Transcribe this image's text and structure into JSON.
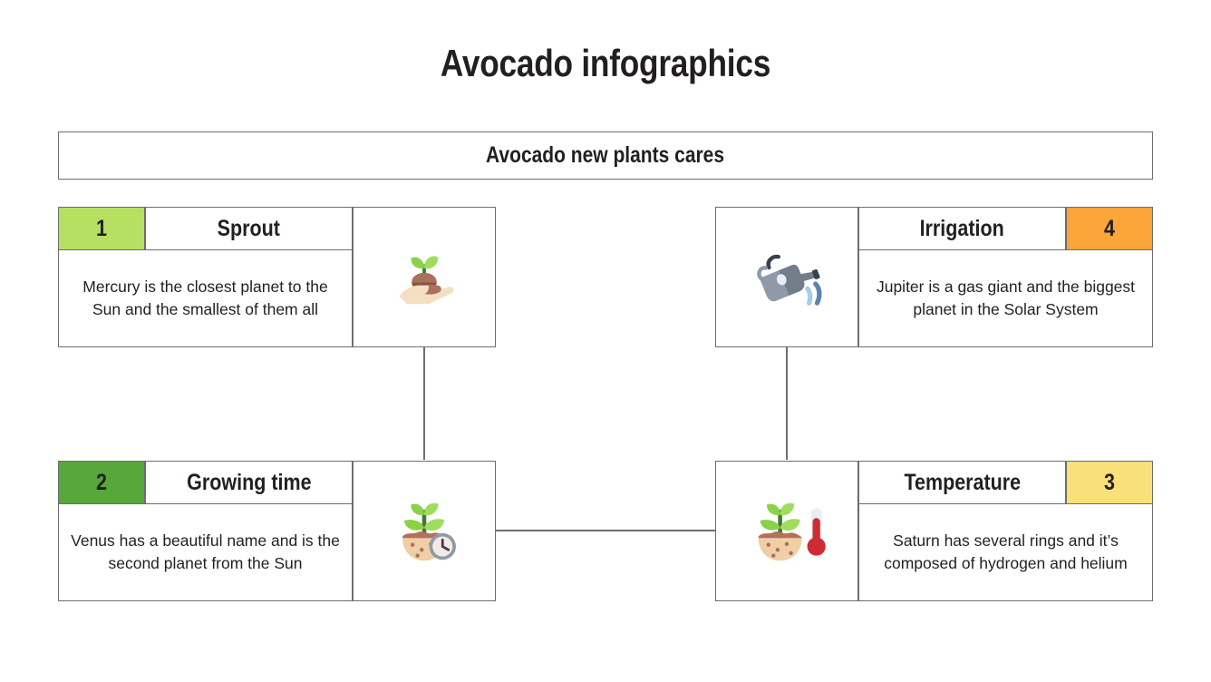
{
  "title": "Avocado infographics",
  "banner": {
    "text": "Avocado new plants cares"
  },
  "colors": {
    "border": "#6d6d6d",
    "text": "#231f20",
    "badge_1_green_light": "#b5e061",
    "badge_2_green_dark": "#57a83c",
    "badge_3_yellow": "#fae079",
    "badge_4_orange": "#fba53a"
  },
  "cards": [
    {
      "number": "1",
      "title": "Sprout",
      "body": "Mercury is the closest planet to the Sun and the smallest of them all",
      "badge_color": "#b5e061",
      "icon": "hand-holding-sprout-icon",
      "side": "left"
    },
    {
      "number": "2",
      "title": "Growing time",
      "body": "Venus has a beautiful name and is the second planet from the Sun",
      "badge_color": "#57a83c",
      "icon": "plant-with-clock-icon",
      "side": "left"
    },
    {
      "number": "3",
      "title": "Temperature",
      "body": "Saturn has several rings and it’s composed of hydrogen and helium",
      "badge_color": "#fae079",
      "icon": "plant-with-thermometer-icon",
      "side": "right"
    },
    {
      "number": "4",
      "title": "Irrigation",
      "body": "Jupiter is a gas giant and the biggest planet in the Solar System",
      "badge_color": "#fba53a",
      "icon": "watering-can-icon",
      "side": "right"
    }
  ]
}
